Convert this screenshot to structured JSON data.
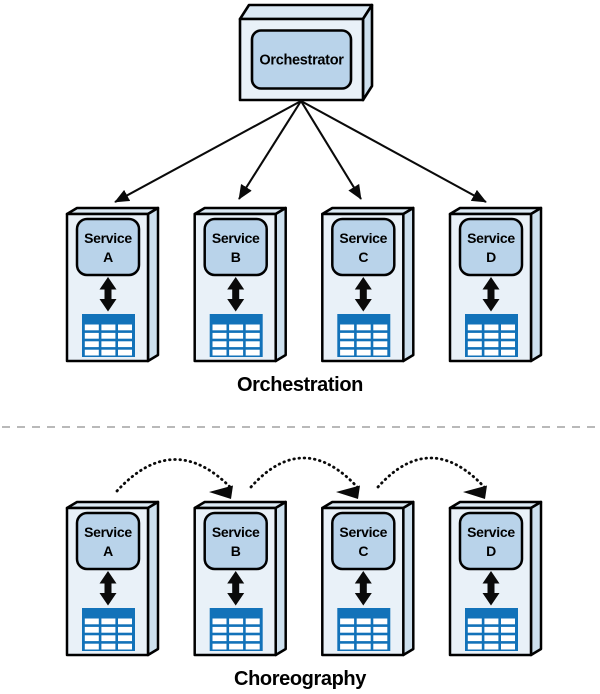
{
  "colors": {
    "outline": "#000000",
    "box_front": "#e9f1f8",
    "box_top": "#dbe9f4",
    "box_side": "#cde0ee",
    "panel_fill": "#b9d3ea",
    "db_blue": "#1272b9",
    "db_cell": "#ffffff",
    "divider": "#b9b9b9",
    "arrow_black": "#0a0a0a"
  },
  "orchestrator": {
    "label": "Orchestrator"
  },
  "orchestration": {
    "title": "Orchestration",
    "services": [
      {
        "name": "Service A",
        "line1": "Service",
        "line2": "A"
      },
      {
        "name": "Service B",
        "line1": "Service",
        "line2": "B"
      },
      {
        "name": "Service C",
        "line1": "Service",
        "line2": "C"
      },
      {
        "name": "Service D",
        "line1": "Service",
        "line2": "D"
      }
    ]
  },
  "choreography": {
    "title": "Choreography",
    "services": [
      {
        "name": "Service A",
        "line1": "Service",
        "line2": "A"
      },
      {
        "name": "Service B",
        "line1": "Service",
        "line2": "B"
      },
      {
        "name": "Service C",
        "line1": "Service",
        "line2": "C"
      },
      {
        "name": "Service D",
        "line1": "Service",
        "line2": "D"
      }
    ]
  }
}
